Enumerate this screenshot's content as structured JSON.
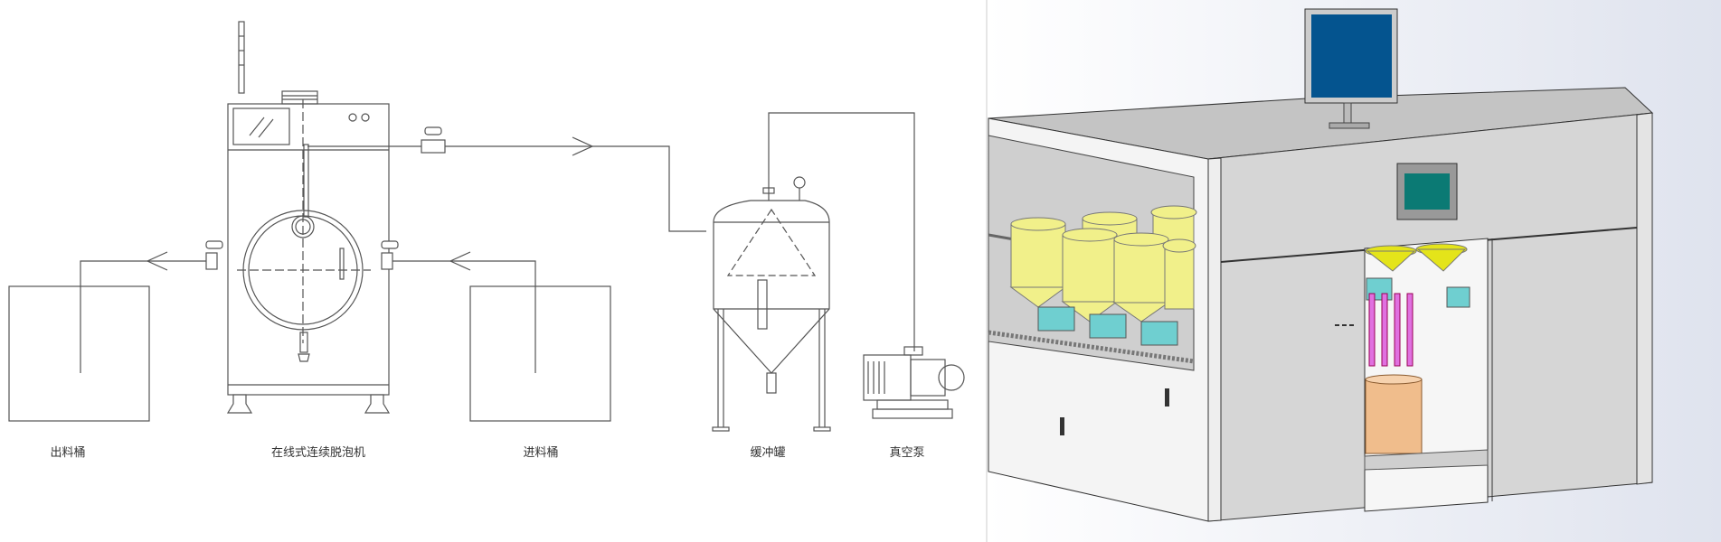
{
  "schematic": {
    "labels": {
      "outlet_bucket": "出料桶",
      "deaerator": "在线式连续脱泡机",
      "inlet_bucket": "进料桶",
      "buffer_tank": "缓冲罐",
      "vacuum_pump": "真空泵"
    }
  },
  "render": {
    "colors": {
      "monitor_screen": "#04548f",
      "hmi_screen": "#0b7a74",
      "tank_yellow": "#f1f08a",
      "pump_cyan": "#6fcfd0",
      "nozzle_magenta": "#e070e0",
      "drum_orange": "#f0bd8c",
      "panel_gray": "#cfcfcf"
    }
  }
}
